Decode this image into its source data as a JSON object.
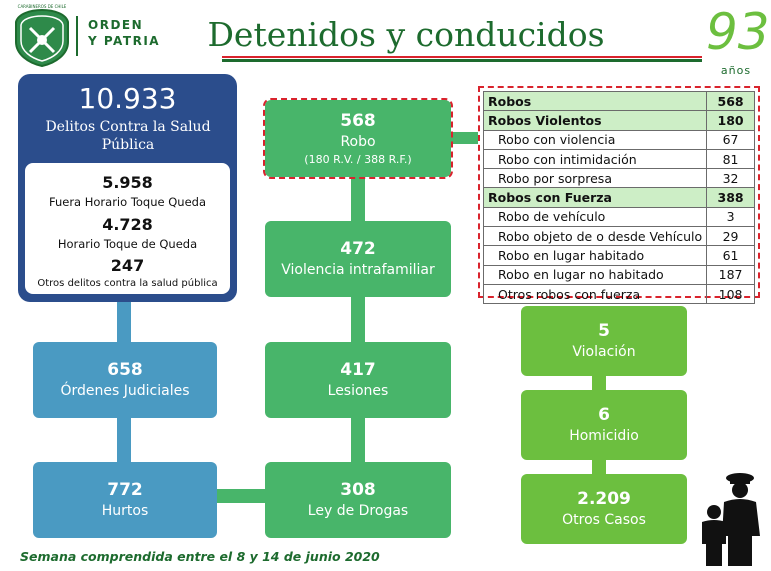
{
  "header": {
    "logo_text": "CARABINEROS DE CHILE",
    "motto_line1": "ORDEN",
    "motto_line2": "Y PATRIA",
    "title": "Detenidos y conducidos",
    "anniversary_number": "93",
    "anniversary_label": "años"
  },
  "summary": {
    "total": "10.933",
    "total_label": "Delitos Contra la Salud Pública",
    "items": [
      {
        "value": "5.958",
        "label": "Fuera Horario Toque Queda"
      },
      {
        "value": "4.728",
        "label": "Horario Toque de Queda"
      },
      {
        "value": "247",
        "label": "Otros delitos contra la salud pública"
      }
    ]
  },
  "boxes": {
    "ordenes": {
      "value": "658",
      "label": "Órdenes Judiciales"
    },
    "hurtos": {
      "value": "772",
      "label": "Hurtos"
    },
    "robo": {
      "value": "568",
      "label": "Robo",
      "sublabel": "(180 R.V. / 388 R.F.)"
    },
    "violencia": {
      "value": "472",
      "label": "Violencia intrafamiliar"
    },
    "lesiones": {
      "value": "417",
      "label": "Lesiones"
    },
    "drogas": {
      "value": "308",
      "label": "Ley de Drogas"
    },
    "violacion": {
      "value": "5",
      "label": "Violación"
    },
    "homicidio": {
      "value": "6",
      "label": "Homicidio"
    },
    "otros": {
      "value": "2.209",
      "label": "Otros Casos"
    }
  },
  "robos_table": [
    {
      "label": "Robos",
      "value": "568",
      "header": true
    },
    {
      "label": "Robos Violentos",
      "value": "180",
      "header": true
    },
    {
      "label": "Robo con violencia",
      "value": "67"
    },
    {
      "label": "Robo con intimidación",
      "value": "81"
    },
    {
      "label": "Robo por sorpresa",
      "value": "32"
    },
    {
      "label": "Robos con Fuerza",
      "value": "388",
      "header": true
    },
    {
      "label": "Robo de vehículo",
      "value": "3"
    },
    {
      "label": "Robo objeto de o desde Vehículo",
      "value": "29"
    },
    {
      "label": "Robo en lugar habitado",
      "value": "61"
    },
    {
      "label": "Robo en lugar no habitado",
      "value": "187"
    },
    {
      "label": "Otros robos con fuerza",
      "value": "108"
    }
  ],
  "footer": {
    "week": "Semana comprendida entre el 8 y 14 de junio 2020"
  },
  "colors": {
    "navy": "#2b4d8c",
    "blue": "#4a9ac2",
    "green": "#48b56a",
    "light_green": "#6cbf3f",
    "title_green": "#1d6b2e",
    "dashed_red": "#d9232d"
  }
}
